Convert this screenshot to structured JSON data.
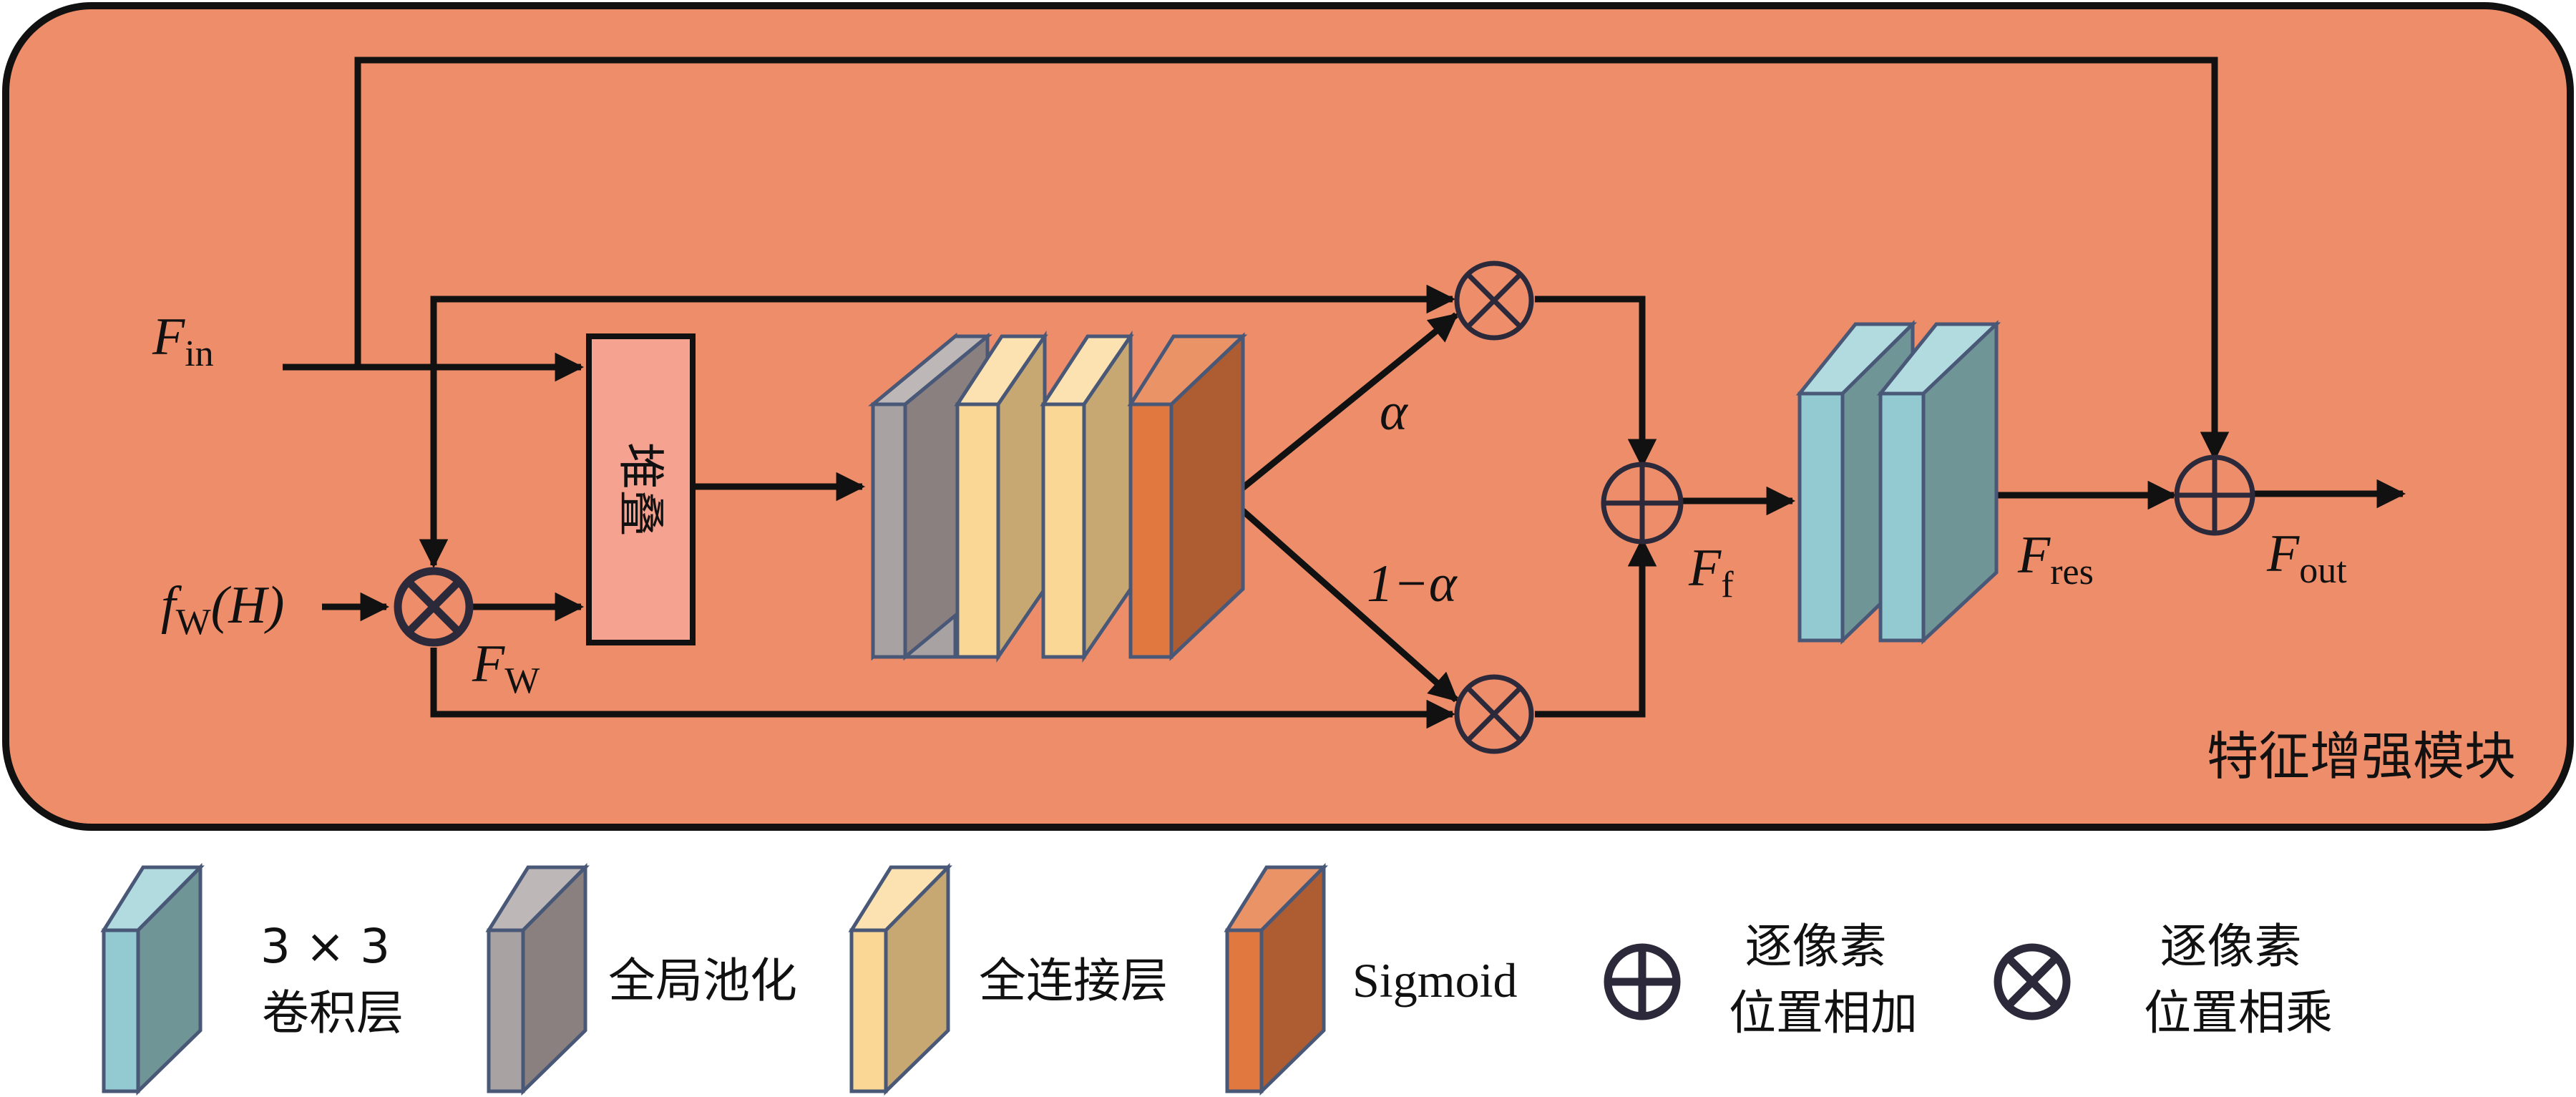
{
  "module_title": "特征增强模块",
  "stack_label": "堆叠",
  "labels": {
    "f_in": {
      "main": "F",
      "sub": "in"
    },
    "f_w_h": {
      "main": "f",
      "sub": "W",
      "tail": "(H)"
    },
    "f_w": {
      "main": "F",
      "sub": "W"
    },
    "alpha": "α",
    "one_minus_alpha": "1−α",
    "f_f": {
      "main": "F",
      "sub": "f"
    },
    "f_res": {
      "main": "F",
      "sub": "res"
    },
    "f_out": {
      "main": "F",
      "sub": "out"
    }
  },
  "legend": {
    "conv": {
      "line1": "3 × 3",
      "line2": "卷积层"
    },
    "pool": "全局池化",
    "fc": "全连接层",
    "sigmoid": "Sigmoid",
    "add": {
      "line1": "逐像素",
      "line2": "位置相加"
    },
    "mul": {
      "line1": "逐像素",
      "line2": "位置相乘"
    }
  },
  "colors": {
    "module_bg": "#ee8d6a",
    "stack_fill": "#f5a290",
    "conv_front": "#93c9d0",
    "conv_side": "#6f9597",
    "pool_front": "#a9a2a3",
    "pool_side": "#8a807f",
    "fc_front": "#fad794",
    "fc_side": "#c7a873",
    "sigmoid_front": "#e07840",
    "sigmoid_side": "#ae5c32",
    "outline": "#4a5878"
  }
}
